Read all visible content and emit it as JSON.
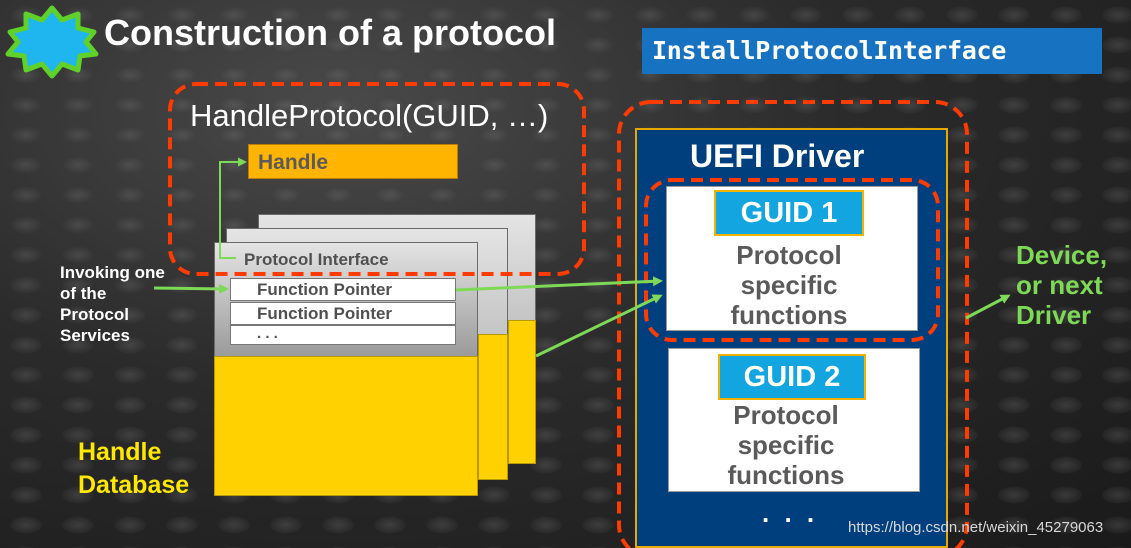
{
  "title": "Construction of a protocol",
  "header_banner": "InstallProtocolInterface",
  "handle_protocol_call": "HandleProtocol(GUID, …)",
  "handle_label": "Handle",
  "protocol_interface_label": "Protocol Interface",
  "function_pointers": [
    "Function Pointer",
    "Function Pointer"
  ],
  "fp_ellipsis": ". . .",
  "invoke_label": [
    "Invoking one",
    "of the",
    "Protocol",
    "Services"
  ],
  "handle_database_label": [
    "Handle",
    "Database"
  ],
  "uefi_driver": {
    "title": "UEFI Driver",
    "guids": [
      {
        "tag": "GUID  1",
        "description": [
          "Protocol",
          "specific",
          "functions"
        ]
      },
      {
        "tag": "GUID  2",
        "description": [
          "Protocol",
          "specific",
          "functions"
        ]
      }
    ],
    "ellipsis": ". . ."
  },
  "device_label": [
    "Device,",
    "or next",
    "Driver"
  ],
  "watermark": "https://blog.csdn.net/weixin_45279063",
  "colors": {
    "dashed_outline": "#ff3b00",
    "arrow": "#7ed957",
    "handle_box": "#ffb400",
    "guid_tag": "#12a5e0",
    "driver_bg": "#003f7e",
    "database_yellow": "#ffd100",
    "header_banner": "#1773c2",
    "star_icon": "#1fb6f0"
  }
}
